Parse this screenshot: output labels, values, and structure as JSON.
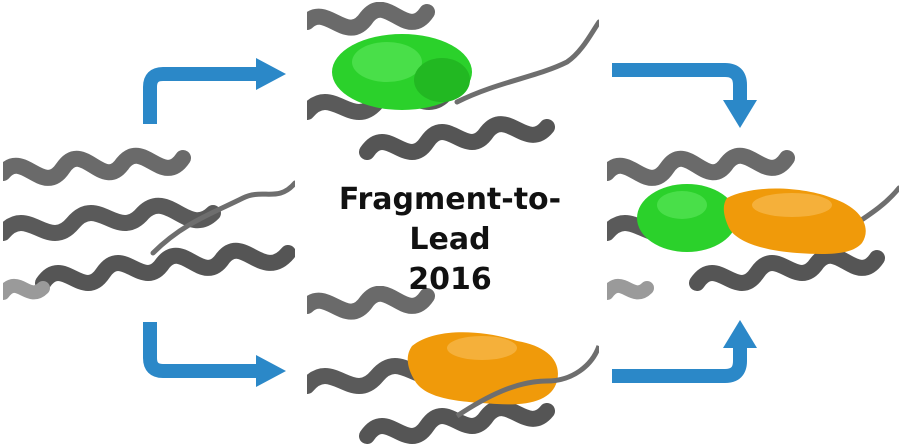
{
  "title": {
    "line1": "Fragment-to-Lead",
    "line2": "2016"
  },
  "colors": {
    "protein": "#5a5a5a",
    "protein_light": "#8a8a8a",
    "fragment": "#2bd12b",
    "lead": "#f09a0a",
    "arrow": "#2b88c8"
  },
  "panels": {
    "left": {
      "ligands": []
    },
    "top": {
      "ligands": [
        "fragment"
      ]
    },
    "bottom": {
      "ligands": [
        "lead"
      ]
    },
    "right": {
      "ligands": [
        "fragment",
        "lead"
      ]
    }
  }
}
